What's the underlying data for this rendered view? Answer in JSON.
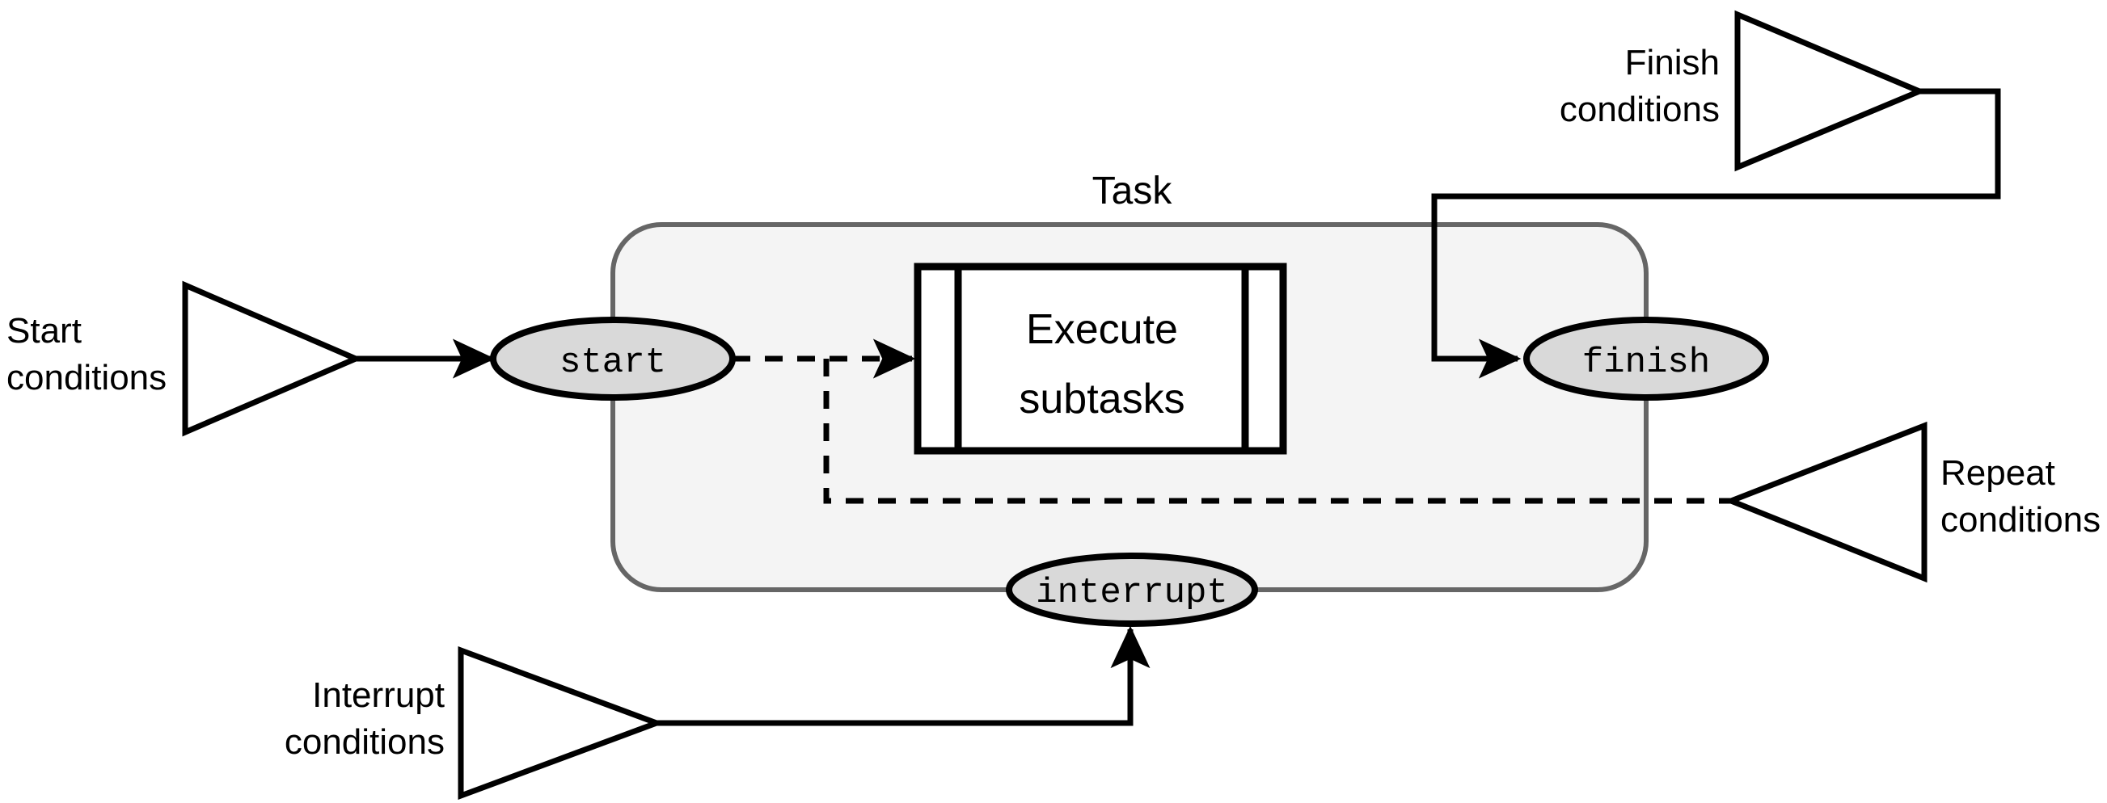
{
  "diagram": {
    "title": "Task",
    "container": {
      "label": "Task",
      "fill": "#f4f4f4",
      "stroke": "#666666"
    },
    "nodes": {
      "start": {
        "label": "start",
        "fill": "#d9d9d9",
        "stroke": "#000000"
      },
      "finish": {
        "label": "finish",
        "fill": "#d9d9d9",
        "stroke": "#000000"
      },
      "interrupt": {
        "label": "interrupt",
        "fill": "#d9d9d9",
        "stroke": "#000000"
      },
      "execute": {
        "line1": "Execute",
        "line2": "subtasks",
        "fill": "#ffffff",
        "stroke": "#000000"
      }
    },
    "conditions": {
      "start": {
        "line1": "Start",
        "line2": "conditions"
      },
      "finish": {
        "line1": "Finish",
        "line2": "conditions"
      },
      "repeat": {
        "line1": "Repeat",
        "line2": "conditions"
      },
      "interrupt": {
        "line1": "Interrupt",
        "line2": "conditions"
      }
    },
    "edges": [
      {
        "name": "start-condition-to-start",
        "style": "solid",
        "arrow": true
      },
      {
        "name": "start-to-execute",
        "style": "dashed",
        "arrow": true
      },
      {
        "name": "execute-repeat-loop",
        "style": "dashed",
        "arrow": false
      },
      {
        "name": "finish-condition-to-finish",
        "style": "solid",
        "arrow": true
      },
      {
        "name": "interrupt-condition-to-interrupt",
        "style": "solid",
        "arrow": true
      }
    ],
    "colors": {
      "line": "#000000",
      "container_stroke": "#666666",
      "container_fill": "#f4f4f4",
      "node_fill": "#d9d9d9",
      "background": "#ffffff"
    }
  }
}
